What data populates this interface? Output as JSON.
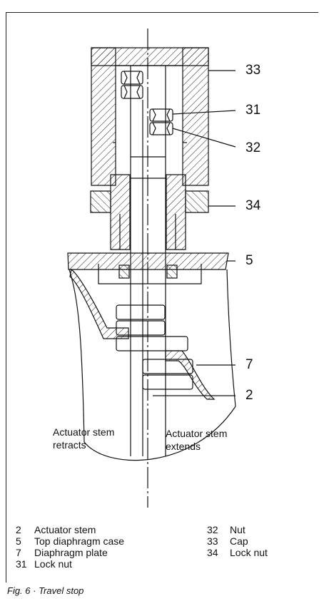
{
  "callouts": {
    "c33": "33",
    "c31": "31",
    "c32": "32",
    "c34": "34",
    "c5": "5",
    "c7": "7",
    "c2": "2"
  },
  "motion": {
    "left_line1": "Actuator stem",
    "left_line2": "retracts",
    "right_line1": "Actuator stem",
    "right_line2": "extends"
  },
  "legend_left": [
    {
      "num": "2",
      "label": "Actuator stem"
    },
    {
      "num": "5",
      "label": "Top diaphragm case"
    },
    {
      "num": "7",
      "label": "Diaphragm plate"
    },
    {
      "num": "31",
      "label": "Lock nut"
    }
  ],
  "legend_right": [
    {
      "num": "32",
      "label": "Nut"
    },
    {
      "num": "33",
      "label": "Cap"
    },
    {
      "num": "34",
      "label": "Lock nut"
    }
  ],
  "caption": "Fig. 6 · Travel stop"
}
